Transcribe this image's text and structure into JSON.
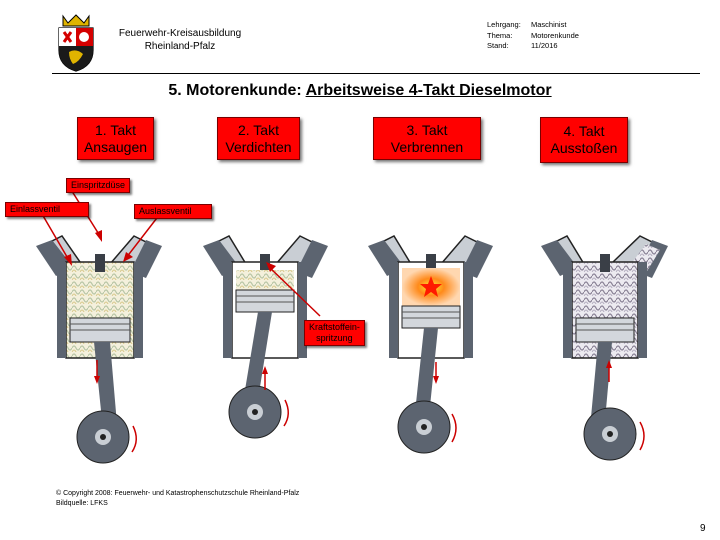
{
  "header": {
    "org_line1": "Feuerwehr-Kreisausbildung",
    "org_line2": "Rheinland-Pfalz",
    "meta": [
      {
        "key": "Lehrgang:",
        "value": "Maschinist"
      },
      {
        "key": "Thema:",
        "value": "Motorenkunde"
      },
      {
        "key": "Stand:",
        "value": "11/2016"
      }
    ]
  },
  "title": {
    "prefix": "5. Motorenkunde: ",
    "underlined": "Arbeitsweise 4-Takt Dieselmotor"
  },
  "steps": [
    {
      "line1": "1. Takt",
      "line2": "Ansaugen"
    },
    {
      "line1": "2. Takt",
      "line2": "Verdichten"
    },
    {
      "line1": "3. Takt",
      "line2": "Verbrennen"
    },
    {
      "line1": "4. Takt",
      "line2": "Ausstoßen"
    }
  ],
  "labels": {
    "injector": "Einspritzdüse",
    "intake_valve": "Einlassventil",
    "exhaust_valve": "Auslassventil",
    "fuel_injection_line1": "Kraftstoffein-",
    "fuel_injection_line2": "spritzung"
  },
  "footer": {
    "copyright": "© Copyright 2008: Feuerwehr- und Katastrophenschutzschule Rheinland-Pfalz",
    "source": "Bildquelle: LFKS"
  },
  "page_number": "9",
  "colors": {
    "label_red": "#ff0000",
    "engine_dark": "#5c6470",
    "engine_light": "#c9ced4",
    "arrow_red": "#cc0000"
  }
}
